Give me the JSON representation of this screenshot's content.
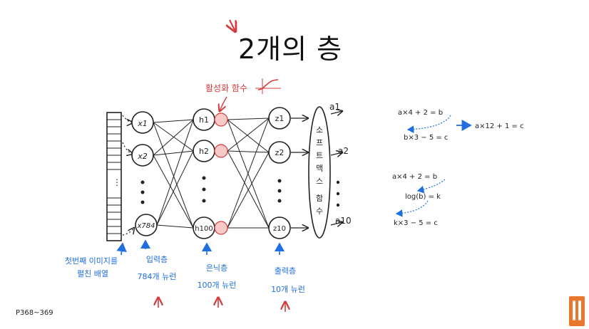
{
  "title": "2개의 층",
  "activation_label": "활성화 함수",
  "input_nodes": [
    "x1",
    "x2",
    "x784"
  ],
  "hidden_nodes": [
    "h1",
    "h2",
    "h100"
  ],
  "output_nodes": [
    "z1",
    "z2",
    "z10"
  ],
  "softmax_label": [
    "소",
    "프",
    "트",
    "맥",
    "스",
    "함",
    "수"
  ],
  "outputs": [
    "a1",
    "a2",
    "a10"
  ],
  "caption_image": [
    "첫번째 이미지를",
    "펼친 배열"
  ],
  "caption_input": [
    "입력층",
    "784개 뉴런"
  ],
  "caption_hidden": [
    "은닉층",
    "100개 뉴런"
  ],
  "caption_output": [
    "출력층",
    "10개 뉴런"
  ],
  "page_ref": "P368~369",
  "eq1": {
    "line1": "a×4 + 2 = b",
    "line2": "b×3 − 5 = c",
    "result": "a×12 + 1 = c"
  },
  "eq2": {
    "line1": "a×4 + 2 = b",
    "line2": "log(b) = k",
    "line3": "k×3 − 5 = c"
  },
  "colors": {
    "annotation_blue": "#1f6fe0",
    "annotation_red": "#d33a3a",
    "ink": "#222222",
    "logo_orange": "#e8762c"
  }
}
